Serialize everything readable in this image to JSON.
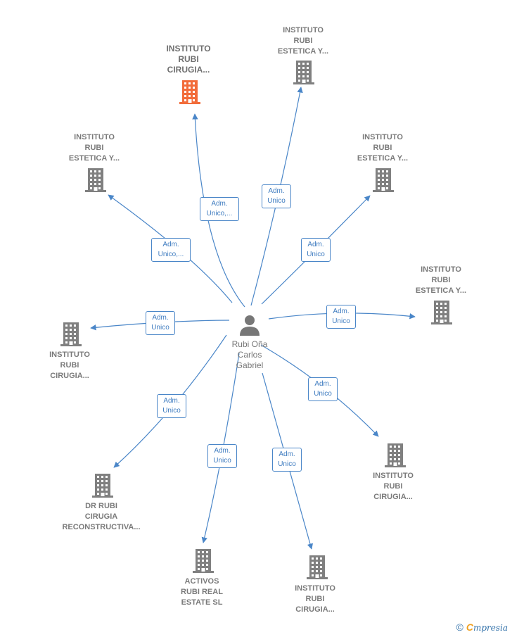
{
  "center": {
    "name": "Rubi Oña\nCarlos\nGabriel",
    "icon": "person-icon"
  },
  "colors": {
    "edge": "#4a86c8",
    "building": "#808080",
    "highlight_building": "#f26c3a",
    "text": "#7a7a7a"
  },
  "nodes": [
    {
      "id": "n1",
      "name": "INSTITUTO\nRUBI\nCIRUGIA...",
      "highlight": true,
      "relation": "Adm.\nUnico,..."
    },
    {
      "id": "n2",
      "name": "INSTITUTO\nRUBI\nESTETICA Y...",
      "highlight": false,
      "relation": "Adm.\nUnico"
    },
    {
      "id": "n3",
      "name": "INSTITUTO\nRUBI\nESTETICA Y...",
      "highlight": false,
      "relation": "Adm.\nUnico,..."
    },
    {
      "id": "n4",
      "name": "INSTITUTO\nRUBI\nESTETICA Y...",
      "highlight": false,
      "relation": "Adm.\nUnico"
    },
    {
      "id": "n5",
      "name": "INSTITUTO\nRUBI\nESTETICA Y...",
      "highlight": false,
      "relation": "Adm.\nUnico"
    },
    {
      "id": "n6",
      "name": "INSTITUTO\nRUBI\nCIRUGIA...",
      "highlight": false,
      "relation": "Adm.\nUnico"
    },
    {
      "id": "n7",
      "name": "INSTITUTO\nRUBI\nCIRUGIA...",
      "highlight": false,
      "relation": "Adm.\nUnico"
    },
    {
      "id": "n8",
      "name": "DR RUBI\nCIRUGIA\nRECONSTRUCTIVA...",
      "highlight": false,
      "relation": "Adm.\nUnico"
    },
    {
      "id": "n9",
      "name": "ACTIVOS\nRUBI REAL\nESTATE  SL",
      "highlight": false,
      "relation": "Adm.\nUnico"
    },
    {
      "id": "n10",
      "name": "INSTITUTO\nRUBI\nCIRUGIA...",
      "highlight": false,
      "relation": "Adm.\nUnico"
    }
  ],
  "footer": {
    "copyright": "©",
    "brand_initial": "C",
    "brand_rest": "mpresia"
  }
}
